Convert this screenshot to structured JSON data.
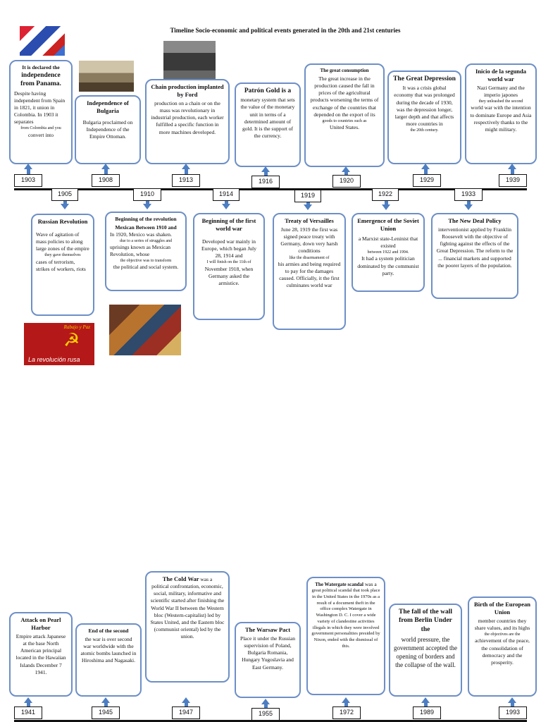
{
  "title": "Timeline Socio-economic and political events generated in the 20th and 21st centuries",
  "years_top": [
    "1903",
    "1905",
    "1908",
    "1910",
    "1913",
    "1914",
    "1916",
    "1919",
    "1920",
    "1922",
    "1929",
    "1933",
    "1939"
  ],
  "years_bottom": [
    "1941",
    "1945",
    "1947",
    "1955",
    "1972",
    "1989",
    "1993"
  ],
  "cards": {
    "panama": {
      "l1": "It is declared the",
      "h": "independence from Panama.",
      "b": "Despite having independent from Spain in 1821, it union in Colombia. In 1903 it separates",
      "s": "from Colombia and you",
      "b2": "convert into"
    },
    "bulgaria": {
      "h": "Independence of Bulgaria",
      "b": "Bulgaria proclaimed on Independence of the Empire Ottoman."
    },
    "ford": {
      "h": "Chain production implanted by Ford",
      "b": "production on a chain or on the mass was revolutionary in industrial production, each worker fulfilled a specific function in more machines developed."
    },
    "gold": {
      "h": "Patrón Gold is a",
      "b": "monetary system that sets the value of the monetary unit in terms of a determined amount of gold. It is the support of the currency."
    },
    "consumption": {
      "h": "The great consumption",
      "b": "The great increase in the production caused the fall in prices of the agricultural products worsening the terms of exchange of the countries that depended on the export of its",
      "s": "goods to countries such as",
      "b2": "United States."
    },
    "depression": {
      "h": "The Great Depression",
      "b": "It was a crisis global economy that was prolonged during the decade of 1930, was the depression longer, larger depth and that affects more countries in",
      "s": "the 20th century."
    },
    "ww2": {
      "h": "Inicio de la segunda world war",
      "b": "Nazi Germany and the imperio japones",
      "s": "they unleashed the second",
      "b2": "world war with the intention to dominate Europe and Asia respectively thanks to the might military."
    },
    "russian": {
      "h": "Russian Revolution",
      "b": "Wave of agitation of mass policies to along large zones of the empire",
      "s": "they gave themselves",
      "b2": "cases of terrorism, strikes of workers, riots"
    },
    "mexico": {
      "h": "Beginning of the revolution",
      "h2": "Mexican Between 1910 and",
      "b": "In 1920, Mexico was shaken.",
      "s": "due to a series of struggles and",
      "b2": "uprisings known as Mexican Revolution, whose",
      "s2": "the objective was to transform",
      "b3": "the political and social system."
    },
    "ww1": {
      "h": "Beginning of the first world war",
      "b": "Developed war mainly in Europe, which began July 28, 1914 and",
      "s": "I will finish on the 11th of",
      "b2": "November 1918, when Germany asked the armistice."
    },
    "versailles": {
      "h": "Treaty of Versailles",
      "b": "June 28, 1919 the first was signed peace treaty with Germany, down very harsh conditions",
      "s": "like the disarmament of",
      "b2": "his armies and being required to pay for the damages caused. Officially, it the first culminates world war"
    },
    "soviet": {
      "h": "Emergence of the Soviet Union",
      "b": "a Marxist state-Leninist that existed",
      "s": "between 1922 and 1994.",
      "b2": "It had a system politician dominated by the communist party."
    },
    "newdeal": {
      "h": "The New Deal Policy",
      "b": "interventionist applied by Franklin Roosevelt with the objective of fighting against the effects of the Great Depression. The reform to the ... financial markets and supported the poorer layers of the population."
    },
    "pearl": {
      "h": "Attack on Pearl Harbor",
      "b": "Empire attack Japanese at the base North American principal located in the Hawaiian Islands December 7 1941."
    },
    "endwar": {
      "h": "End of the second",
      "b": "the war is over second war worldwide with the atomic bombs launched in Hiroshima and Nagasaki."
    },
    "coldwar": {
      "h": "The Cold War",
      "b1": "was a",
      "b": "political confrontation, economic, social, military, informative and scientific started after finishing the World War II between the Western bloc (Western-capitalist) led by States United, and the Eastern bloc (communist oriental) led by the union."
    },
    "warsaw": {
      "h": "The Warsaw Pact",
      "b": "Place it under the Russian supervision of Poland, Bulgaria Romania, Hungary Yugoslavia and East Germany."
    },
    "watergate": {
      "h": "The Watergate scandal",
      "b1": "was a",
      "b": "great political scandal that took place in the United States in the 1970s as a result of a document theft in the office complex Watergate in Washington D. C. I cover a wide variety of clandestine activities illegals in which they were involved government personalities presided by Nixon, ended with the dismissal of this."
    },
    "berlin": {
      "h": "The fall of the wall from Berlin Under the",
      "b": "world pressure, the government accepted the opening of borders and the collapse of the wall."
    },
    "eu": {
      "h": "Birth of the European Union",
      "b": "member countries they share values, and its highs",
      "s": "the objectives are the",
      "b2": "achievement of the peace, the consolidation of democracy and the prosperity."
    }
  },
  "image_caption": "La revolución rusa",
  "image_banner": "Rabajo y Paz",
  "colors": {
    "card_border": "#6d8fc7",
    "arrow": "#4d7ec2",
    "axis": "#111111"
  }
}
